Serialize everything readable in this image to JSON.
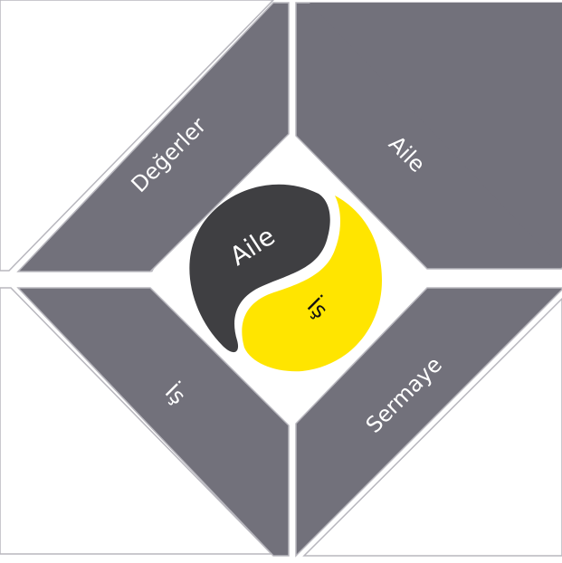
{
  "colors": {
    "background": "#ffffff",
    "panel_fill": "#72717b",
    "panel_stroke": "#b8b7be",
    "diamond_fill": "#ffffff",
    "yin_dark": "#3f3f42",
    "yin_light": "#ffe500",
    "label_light": "#ffffff",
    "label_dark": "#111111"
  },
  "panels": {
    "top_left": {
      "label": "Değerler"
    },
    "top_right": {
      "label": "Aile"
    },
    "bottom_left": {
      "label": "İş"
    },
    "bottom_right": {
      "label": "Sermaye"
    }
  },
  "center": {
    "dark_label": "Aile",
    "light_label": "İş"
  }
}
